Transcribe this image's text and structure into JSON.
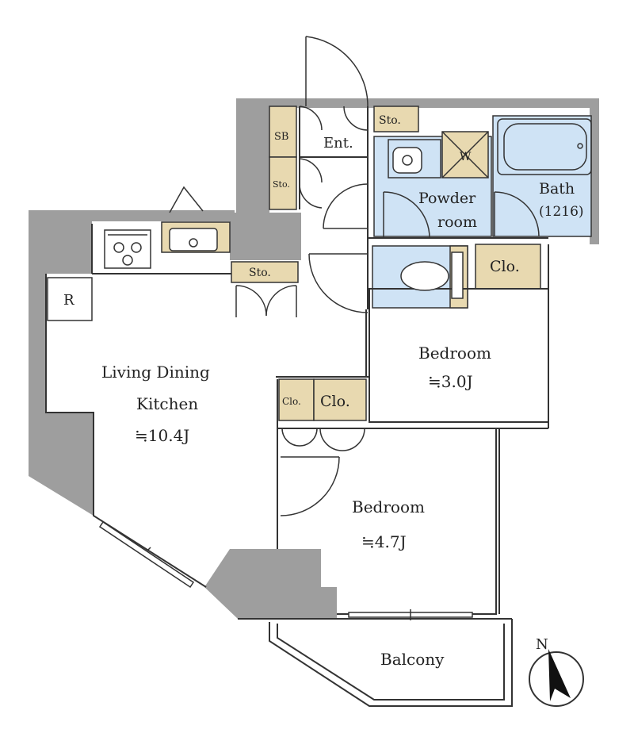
{
  "rooms": {
    "entrance": "Ent.",
    "shoe_box": "SB",
    "storage": "Sto.",
    "powder_room_line1": "Powder",
    "powder_room_line2": "room",
    "bath": "Bath",
    "bath_size": "(1216)",
    "closet": "Clo.",
    "bedroom_small": "Bedroom",
    "bedroom_small_area": "≒3.0J",
    "living_line1": "Living Dining",
    "living_line2": "Kitchen",
    "living_area": "≒10.4J",
    "closet_small": "Clo.",
    "bedroom_large": "Bedroom",
    "bedroom_large_area": "≒4.7J",
    "balcony": "Balcony",
    "refrigerator": "R",
    "washer": "W"
  },
  "compass": {
    "label": "N"
  },
  "colors": {
    "wall": "#9e9e9e",
    "wet_area": "#cfe3f5",
    "storage": "#e8d9b0",
    "line": "#333333",
    "background": "#ffffff"
  }
}
